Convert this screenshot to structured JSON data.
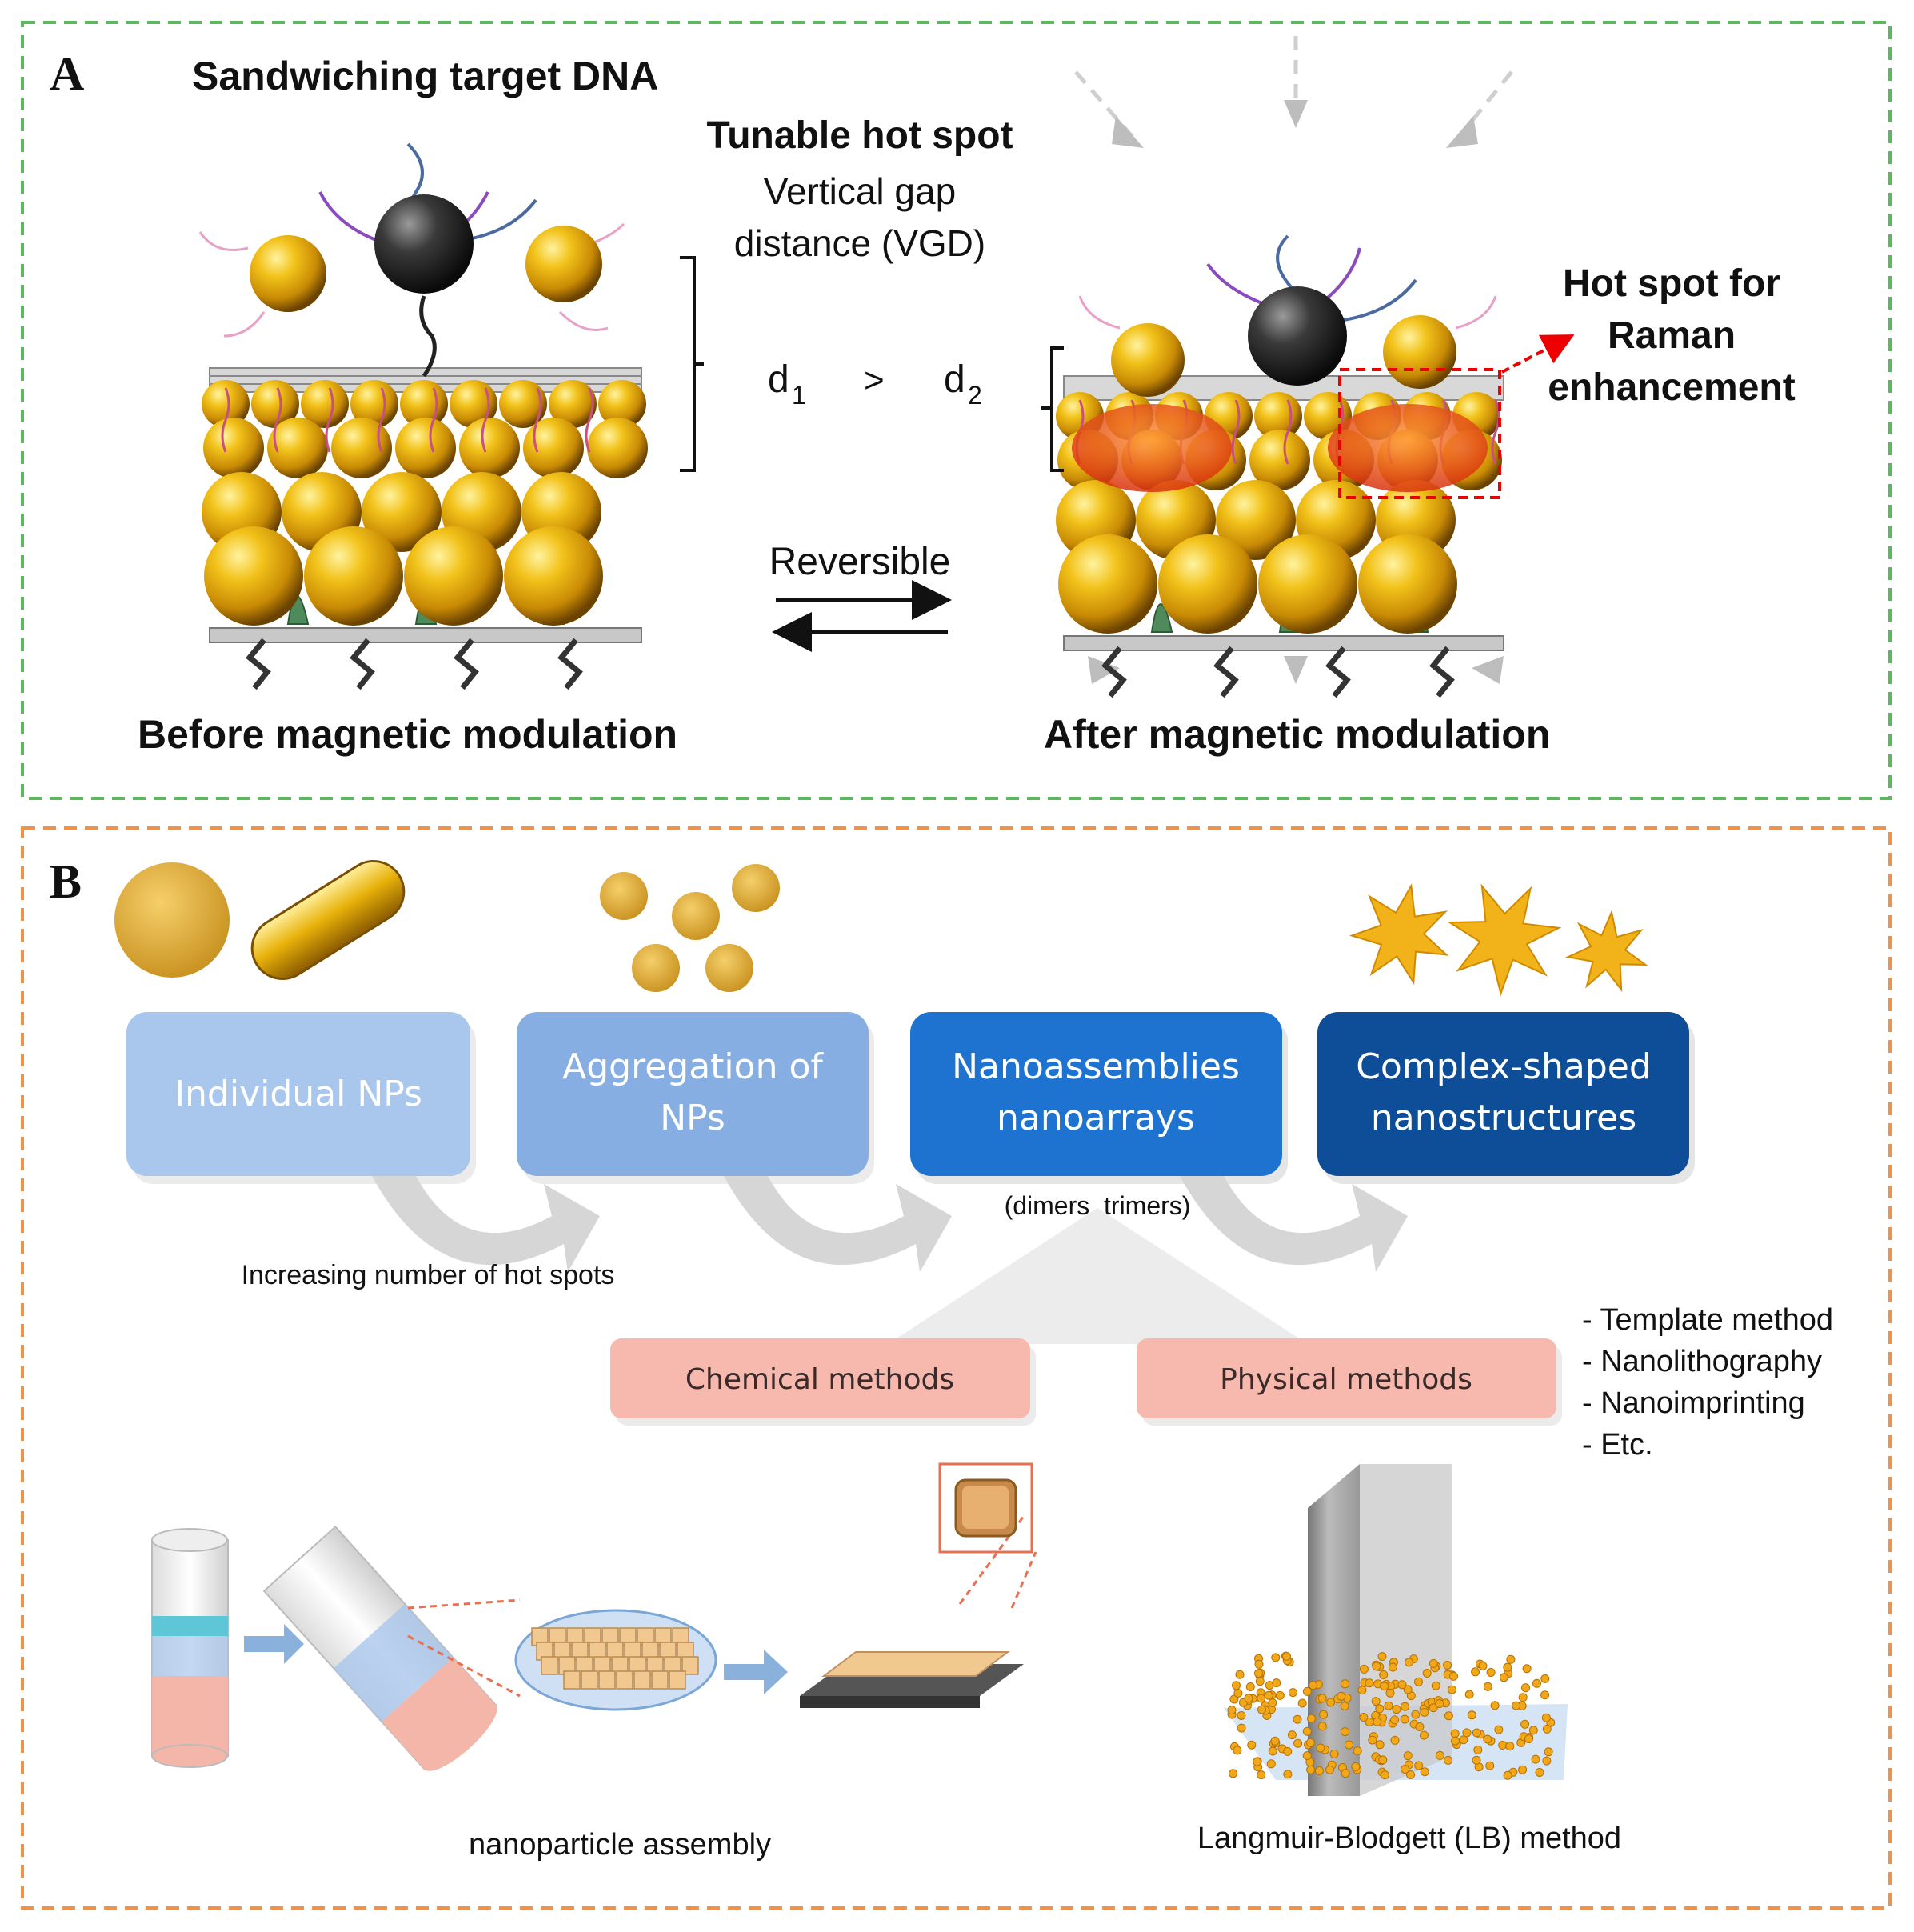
{
  "panel_a": {
    "label": "A",
    "title": "Sandwiching target DNA",
    "hotspot_title": "Tunable hot spot",
    "vgd_line1": "Vertical gap",
    "vgd_line2": "distance (VGD)",
    "d1": "d",
    "d1_sub": "1",
    "gt": ">",
    "d2": "d",
    "d2_sub": "2",
    "reversible": "Reversible",
    "raman_line1": "Hot spot for",
    "raman_line2": "Raman",
    "raman_line3": "enhancement",
    "before": "Before magnetic modulation",
    "after": "After magnetic modulation"
  },
  "panel_b": {
    "label": "B",
    "boxes": [
      {
        "line1": "Individual NPs",
        "line2": "",
        "color": "#a9c6ec"
      },
      {
        "line1": "Aggregation of",
        "line2": "NPs",
        "color": "#86aee2"
      },
      {
        "line1": "Nanoassemblies",
        "line2": "nanoarrays",
        "color": "#1f73d0"
      },
      {
        "line1": "Complex-shaped",
        "line2": "nanostructures",
        "color": "#0e4e98"
      }
    ],
    "dimers": "(dimers, trimers)",
    "increasing": "Increasing number of hot spots",
    "chemical": "Chemical methods",
    "physical": "Physical methods",
    "methods": [
      "- Template method",
      "- Nanolithography",
      "- Nanoimprinting",
      "- Etc."
    ],
    "np_assembly": "nanoparticle assembly",
    "lb_method": "Langmuir-Blodgett (LB) method"
  },
  "colors": {
    "panel_a_border": "#5cb85c",
    "panel_b_border": "#f0924a",
    "gold": "#e8b20a",
    "hotspot_red": "#e8401a",
    "pink_box": "#f7b9ad"
  }
}
